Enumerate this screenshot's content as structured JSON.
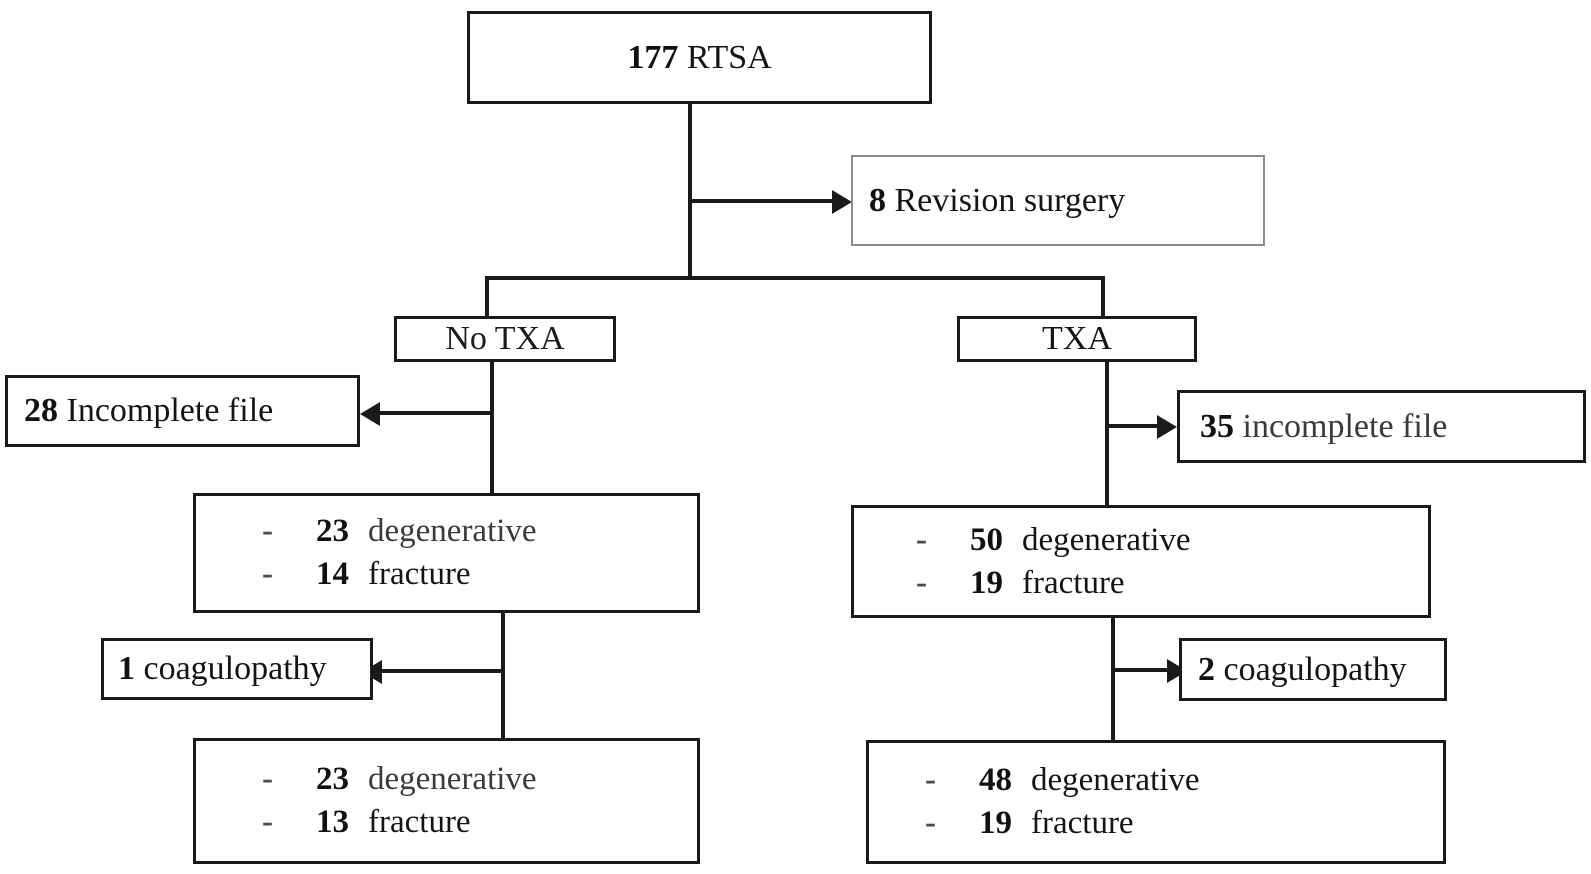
{
  "figure": {
    "type": "flowchart",
    "title": "RTSA patient selection flow diagram"
  },
  "nodes": {
    "root": {
      "number": "177",
      "label": "RTSA",
      "text": "177 RTSA"
    },
    "revision": {
      "number": "8",
      "label": "Revision surgery",
      "text": "8 Revision surgery"
    },
    "no_txa": {
      "label": "No TXA"
    },
    "txa": {
      "label": "TXA"
    },
    "no_txa_incomplete": {
      "number": "28",
      "label": "Incomplete file",
      "text": "28 Incomplete file"
    },
    "txa_incomplete": {
      "number": "35",
      "label": "incomplete file",
      "text": "35 incomplete file"
    },
    "no_txa_group": {
      "rows": [
        {
          "bullet": "-",
          "number": "23",
          "label": "degenerative"
        },
        {
          "bullet": "-",
          "number": "14",
          "label": "fracture"
        }
      ]
    },
    "txa_group": {
      "rows": [
        {
          "bullet": "-",
          "number": "50",
          "label": "degenerative"
        },
        {
          "bullet": "-",
          "number": "19",
          "label": "fracture"
        }
      ]
    },
    "no_txa_coagulopathy": {
      "number": "1",
      "label": "coagulopathy",
      "text": "1 coagulopathy"
    },
    "txa_coagulopathy": {
      "number": "2",
      "label": "coagulopathy",
      "text": "2 coagulopathy"
    },
    "no_txa_final": {
      "rows": [
        {
          "bullet": "-",
          "number": "23",
          "label": "degenerative"
        },
        {
          "bullet": "-",
          "number": "13",
          "label": "fracture"
        }
      ]
    },
    "txa_final": {
      "rows": [
        {
          "bullet": "-",
          "number": "48",
          "label": "degenerative"
        },
        {
          "bullet": "-",
          "number": "19",
          "label": "fracture"
        }
      ]
    }
  },
  "colors": {
    "stroke": "#1a1a1a",
    "stroke_light": "#8c8c8c",
    "background": "#ffffff",
    "number": "#111111",
    "label": "#3a3a3a"
  }
}
